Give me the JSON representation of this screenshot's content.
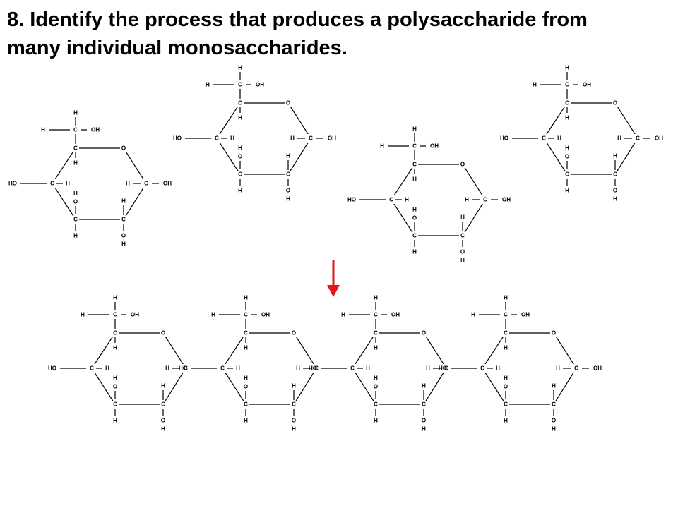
{
  "question": {
    "line1": "8. Identify the process that produces a polysaccharide from",
    "line2": "many individual monosaccharides."
  },
  "diagram": {
    "monomer_count": 4,
    "polymer_unit_count": 4,
    "arrow_color": "#e3151a",
    "atoms": {
      "carbon": "C",
      "oxygen": "O",
      "hydrogen": "H",
      "hydroxyl": "OH",
      "hydroxyl_left": "HO"
    }
  }
}
